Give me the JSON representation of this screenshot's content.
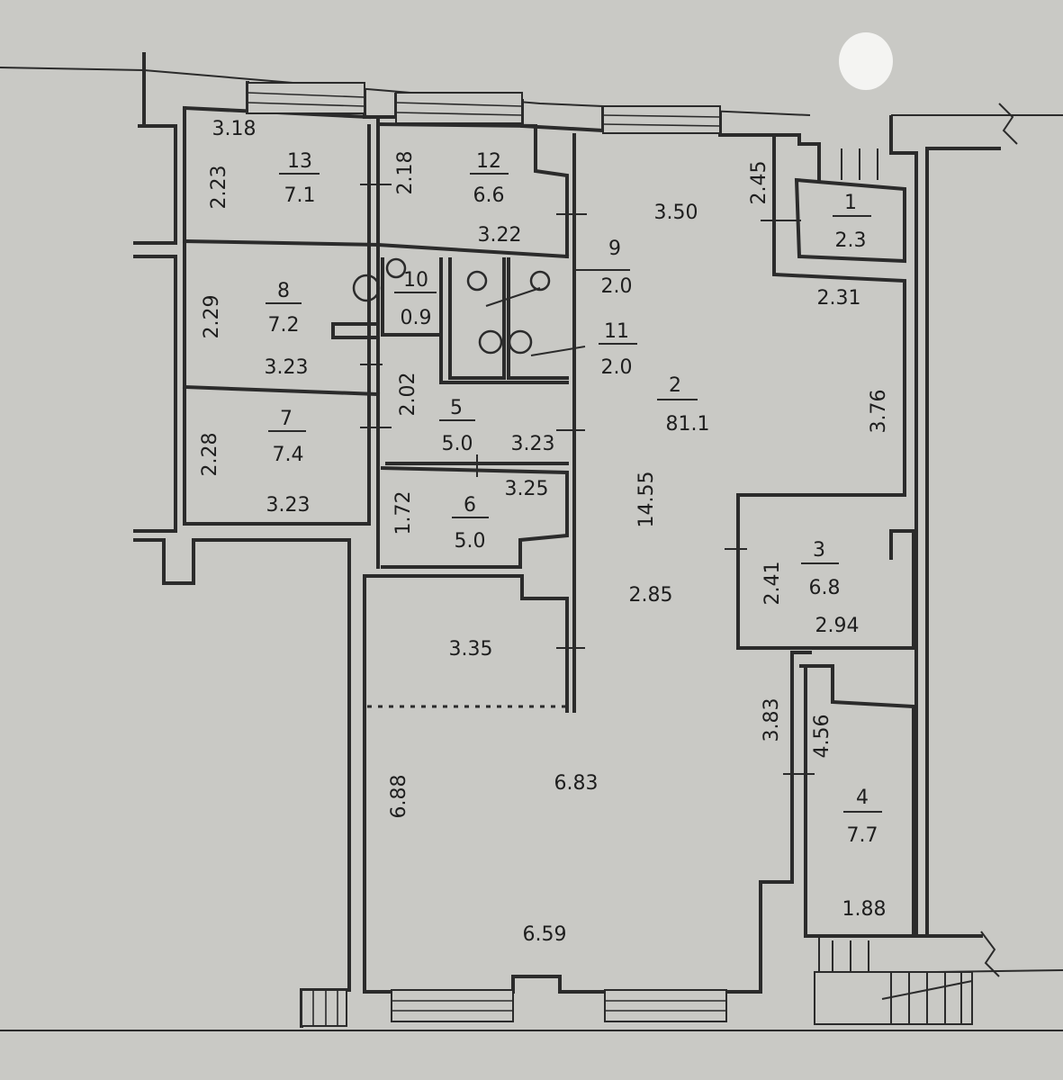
{
  "colors": {
    "paper": "#c9c9c5",
    "ink": "#2b2b2b",
    "label": "#1e1e1e"
  },
  "rooms": {
    "r13": {
      "number": "13",
      "area": "7.1",
      "w": "3.18",
      "h": "2.23"
    },
    "r12": {
      "number": "12",
      "area": "6.6",
      "w": "3.22",
      "h": "2.18"
    },
    "r8": {
      "number": "8",
      "area": "7.2",
      "w": "3.23",
      "h": "2.29"
    },
    "r10": {
      "number": "10",
      "area": "0.9"
    },
    "r9": {
      "number": "9",
      "area": "2.0"
    },
    "r11": {
      "number": "11",
      "area": "2.0"
    },
    "r7": {
      "number": "7",
      "area": "7.4",
      "w": "3.23",
      "h": "2.28"
    },
    "r5": {
      "number": "5",
      "area": "5.0",
      "w": "3.23",
      "h": "2.02"
    },
    "r6": {
      "number": "6",
      "area": "5.0",
      "w": "3.25",
      "h": "1.72"
    },
    "r1": {
      "number": "1",
      "area": "2.3",
      "h": "2.45"
    },
    "r2": {
      "number": "2",
      "area": "81.1",
      "dims": [
        "3.50",
        "2.31",
        "3.76",
        "14.55",
        "2.85",
        "3.35",
        "6.83",
        "6.88",
        "6.59",
        "3.83"
      ]
    },
    "r3": {
      "number": "3",
      "area": "6.8",
      "w": "2.94",
      "h": "2.41"
    },
    "r4": {
      "number": "4",
      "area": "7.7",
      "w": "1.88",
      "h": "4.56"
    }
  }
}
